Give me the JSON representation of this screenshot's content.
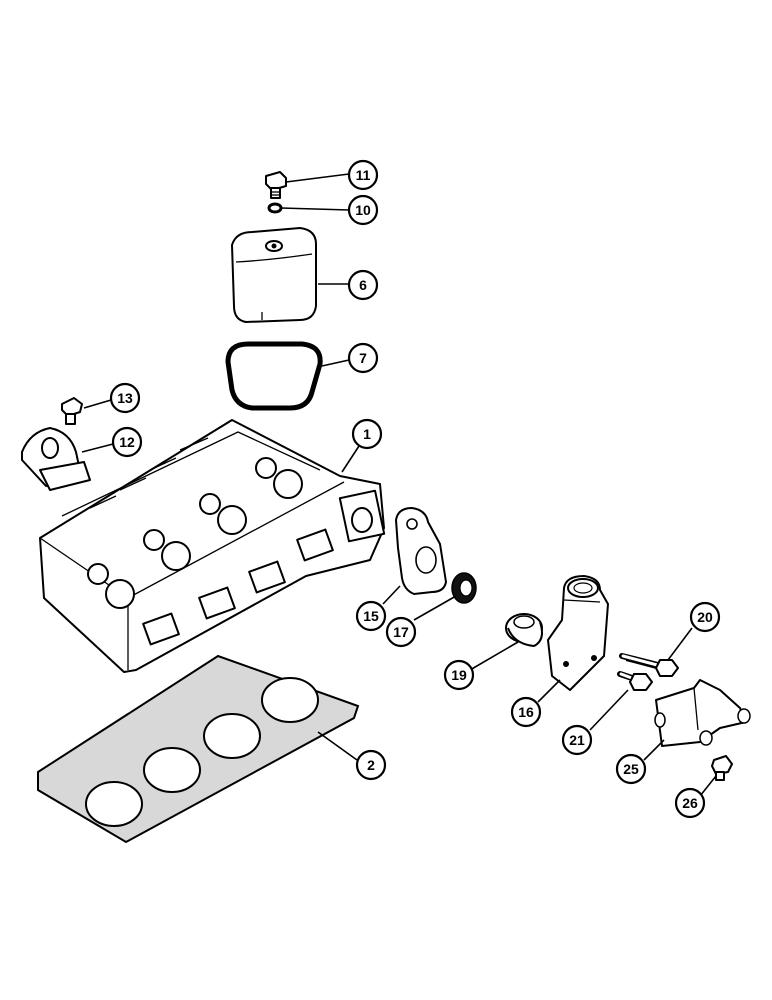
{
  "callouts": [
    {
      "id": "11",
      "label": "11"
    },
    {
      "id": "10",
      "label": "10"
    },
    {
      "id": "6",
      "label": "6"
    },
    {
      "id": "7",
      "label": "7"
    },
    {
      "id": "13",
      "label": "13"
    },
    {
      "id": "12",
      "label": "12"
    },
    {
      "id": "1",
      "label": "1"
    },
    {
      "id": "15",
      "label": "15"
    },
    {
      "id": "17",
      "label": "17"
    },
    {
      "id": "19",
      "label": "19"
    },
    {
      "id": "16",
      "label": "16"
    },
    {
      "id": "20",
      "label": "20"
    },
    {
      "id": "21",
      "label": "21"
    },
    {
      "id": "25",
      "label": "25"
    },
    {
      "id": "26",
      "label": "26"
    },
    {
      "id": "2",
      "label": "2"
    }
  ]
}
